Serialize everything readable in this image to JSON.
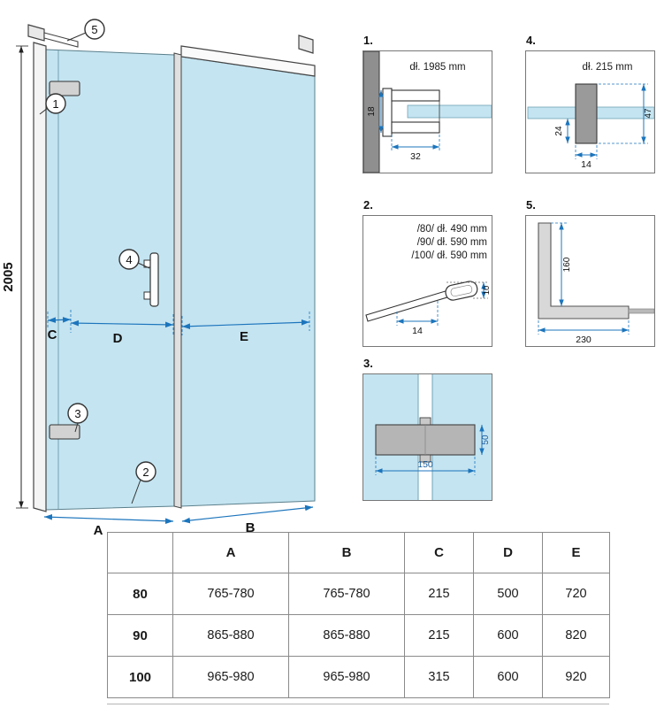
{
  "colors": {
    "glass": "#c4e4f1",
    "dim_blue": "#1c75bc",
    "wall_gray": "#8f8f8f",
    "hinge_gray": "#b5b5b5",
    "profile_gray": "#d8d8d8"
  },
  "main_drawing": {
    "height_dim": "2005",
    "dims": {
      "A": "A",
      "B": "B",
      "C": "C",
      "D": "D",
      "E": "E"
    },
    "callouts": {
      "c1": "1",
      "c2": "2",
      "c3": "3",
      "c4": "4",
      "c5": "5"
    }
  },
  "details": {
    "d1": {
      "label": "1.",
      "title": "dł. 1985 mm",
      "dim_h": "18",
      "dim_w": "32"
    },
    "d2": {
      "label": "2.",
      "lines": [
        "/80/ dł. 490 mm",
        "/90/ dł. 590 mm",
        "/100/ dł. 590 mm"
      ],
      "dim_14": "14",
      "dim_10": "10"
    },
    "d3": {
      "label": "3.",
      "dim_150": "150",
      "dim_50": "50"
    },
    "d4": {
      "label": "4.",
      "title": "dł. 215 mm",
      "dim_47": "47",
      "dim_24": "24",
      "dim_14": "14"
    },
    "d5": {
      "label": "5.",
      "dim_160": "160",
      "dim_230": "230"
    }
  },
  "table": {
    "headers": [
      "A",
      "B",
      "C",
      "D",
      "E"
    ],
    "rows": [
      {
        "size": "80",
        "A": "765-780",
        "B": "765-780",
        "C": "215",
        "D": "500",
        "E": "720"
      },
      {
        "size": "90",
        "A": "865-880",
        "B": "865-880",
        "C": "215",
        "D": "600",
        "E": "820"
      },
      {
        "size": "100",
        "A": "965-980",
        "B": "965-980",
        "C": "315",
        "D": "600",
        "E": "920"
      }
    ]
  }
}
